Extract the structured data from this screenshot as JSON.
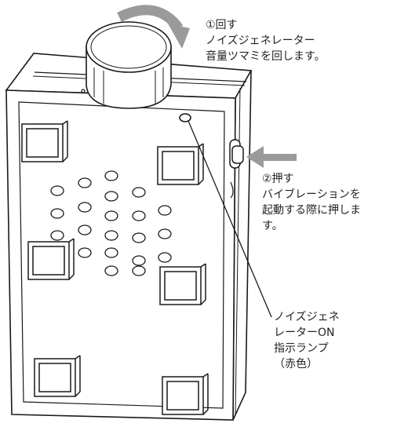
{
  "annotations": {
    "knob": {
      "lines": [
        "①回す",
        "ノイズジェネレーター",
        "音量ツマミを回します。"
      ]
    },
    "button": {
      "lines": [
        "②押す",
        "バイブレーションを",
        "起動する際に押しま",
        "す。"
      ]
    },
    "lamp": {
      "lines": [
        "ノイズジェネ",
        "レーターON",
        "指示ランプ",
        "（赤色）"
      ]
    }
  },
  "colors": {
    "outline": "#1a1a1a",
    "arrow": "#9a9a9a",
    "text": "#222222"
  },
  "icons": {
    "rotate_arrow": "curved-arrow-icon",
    "press_arrow": "left-arrow-icon"
  }
}
